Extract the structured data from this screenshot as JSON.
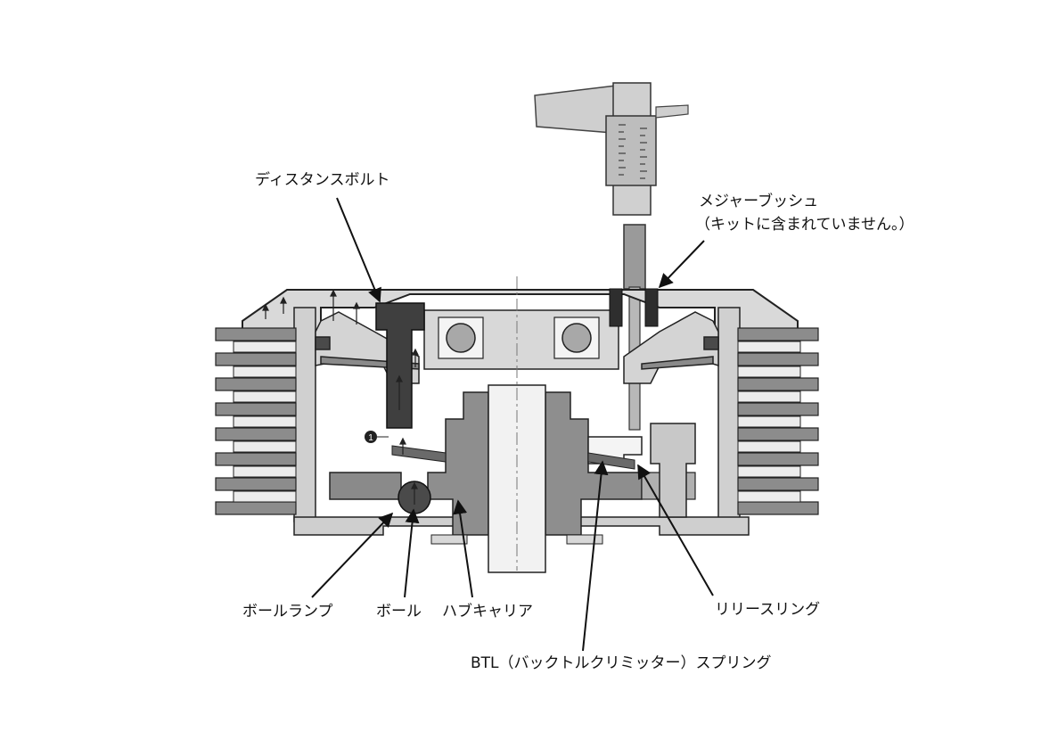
{
  "labels": {
    "distance_bolt": "ディスタンスボルト",
    "measure_bush_line1": "メジャーブッシュ",
    "measure_bush_line2": "（キットに含まれていません。）",
    "ball_ramp": "ボールランプ",
    "ball": "ボール",
    "hub_carrier": "ハブキャリア",
    "release_ring": "リリースリング",
    "btl_spring": "BTL（バックトルクリミッター）スプリング"
  },
  "callout_number": "1",
  "colors": {
    "light_gray": "#d9d9d9",
    "mid_gray": "#a6a6a6",
    "dark_gray": "#555555",
    "outline": "#222222"
  }
}
